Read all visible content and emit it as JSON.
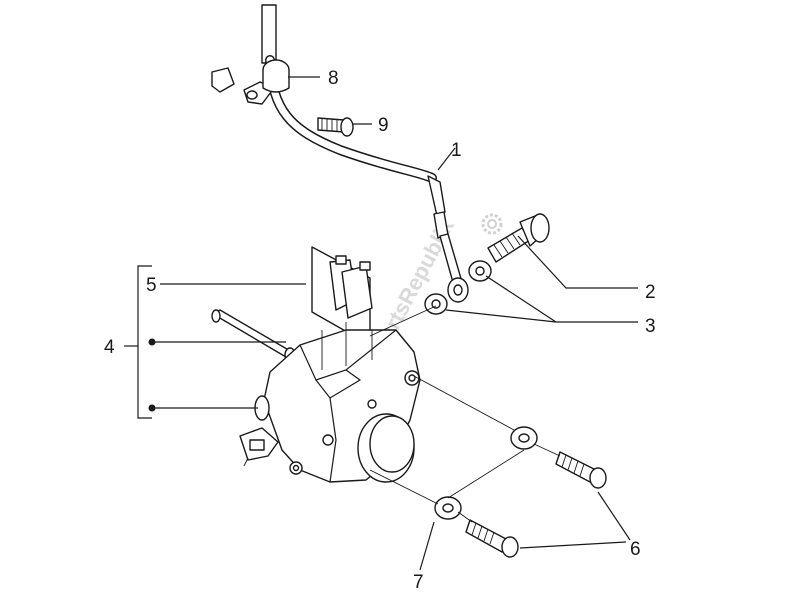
{
  "diagram": {
    "callouts": [
      "1",
      "2",
      "3",
      "4",
      "5",
      "6",
      "7",
      "8",
      "9"
    ]
  },
  "watermark": {
    "text": "PartsRepublik"
  }
}
